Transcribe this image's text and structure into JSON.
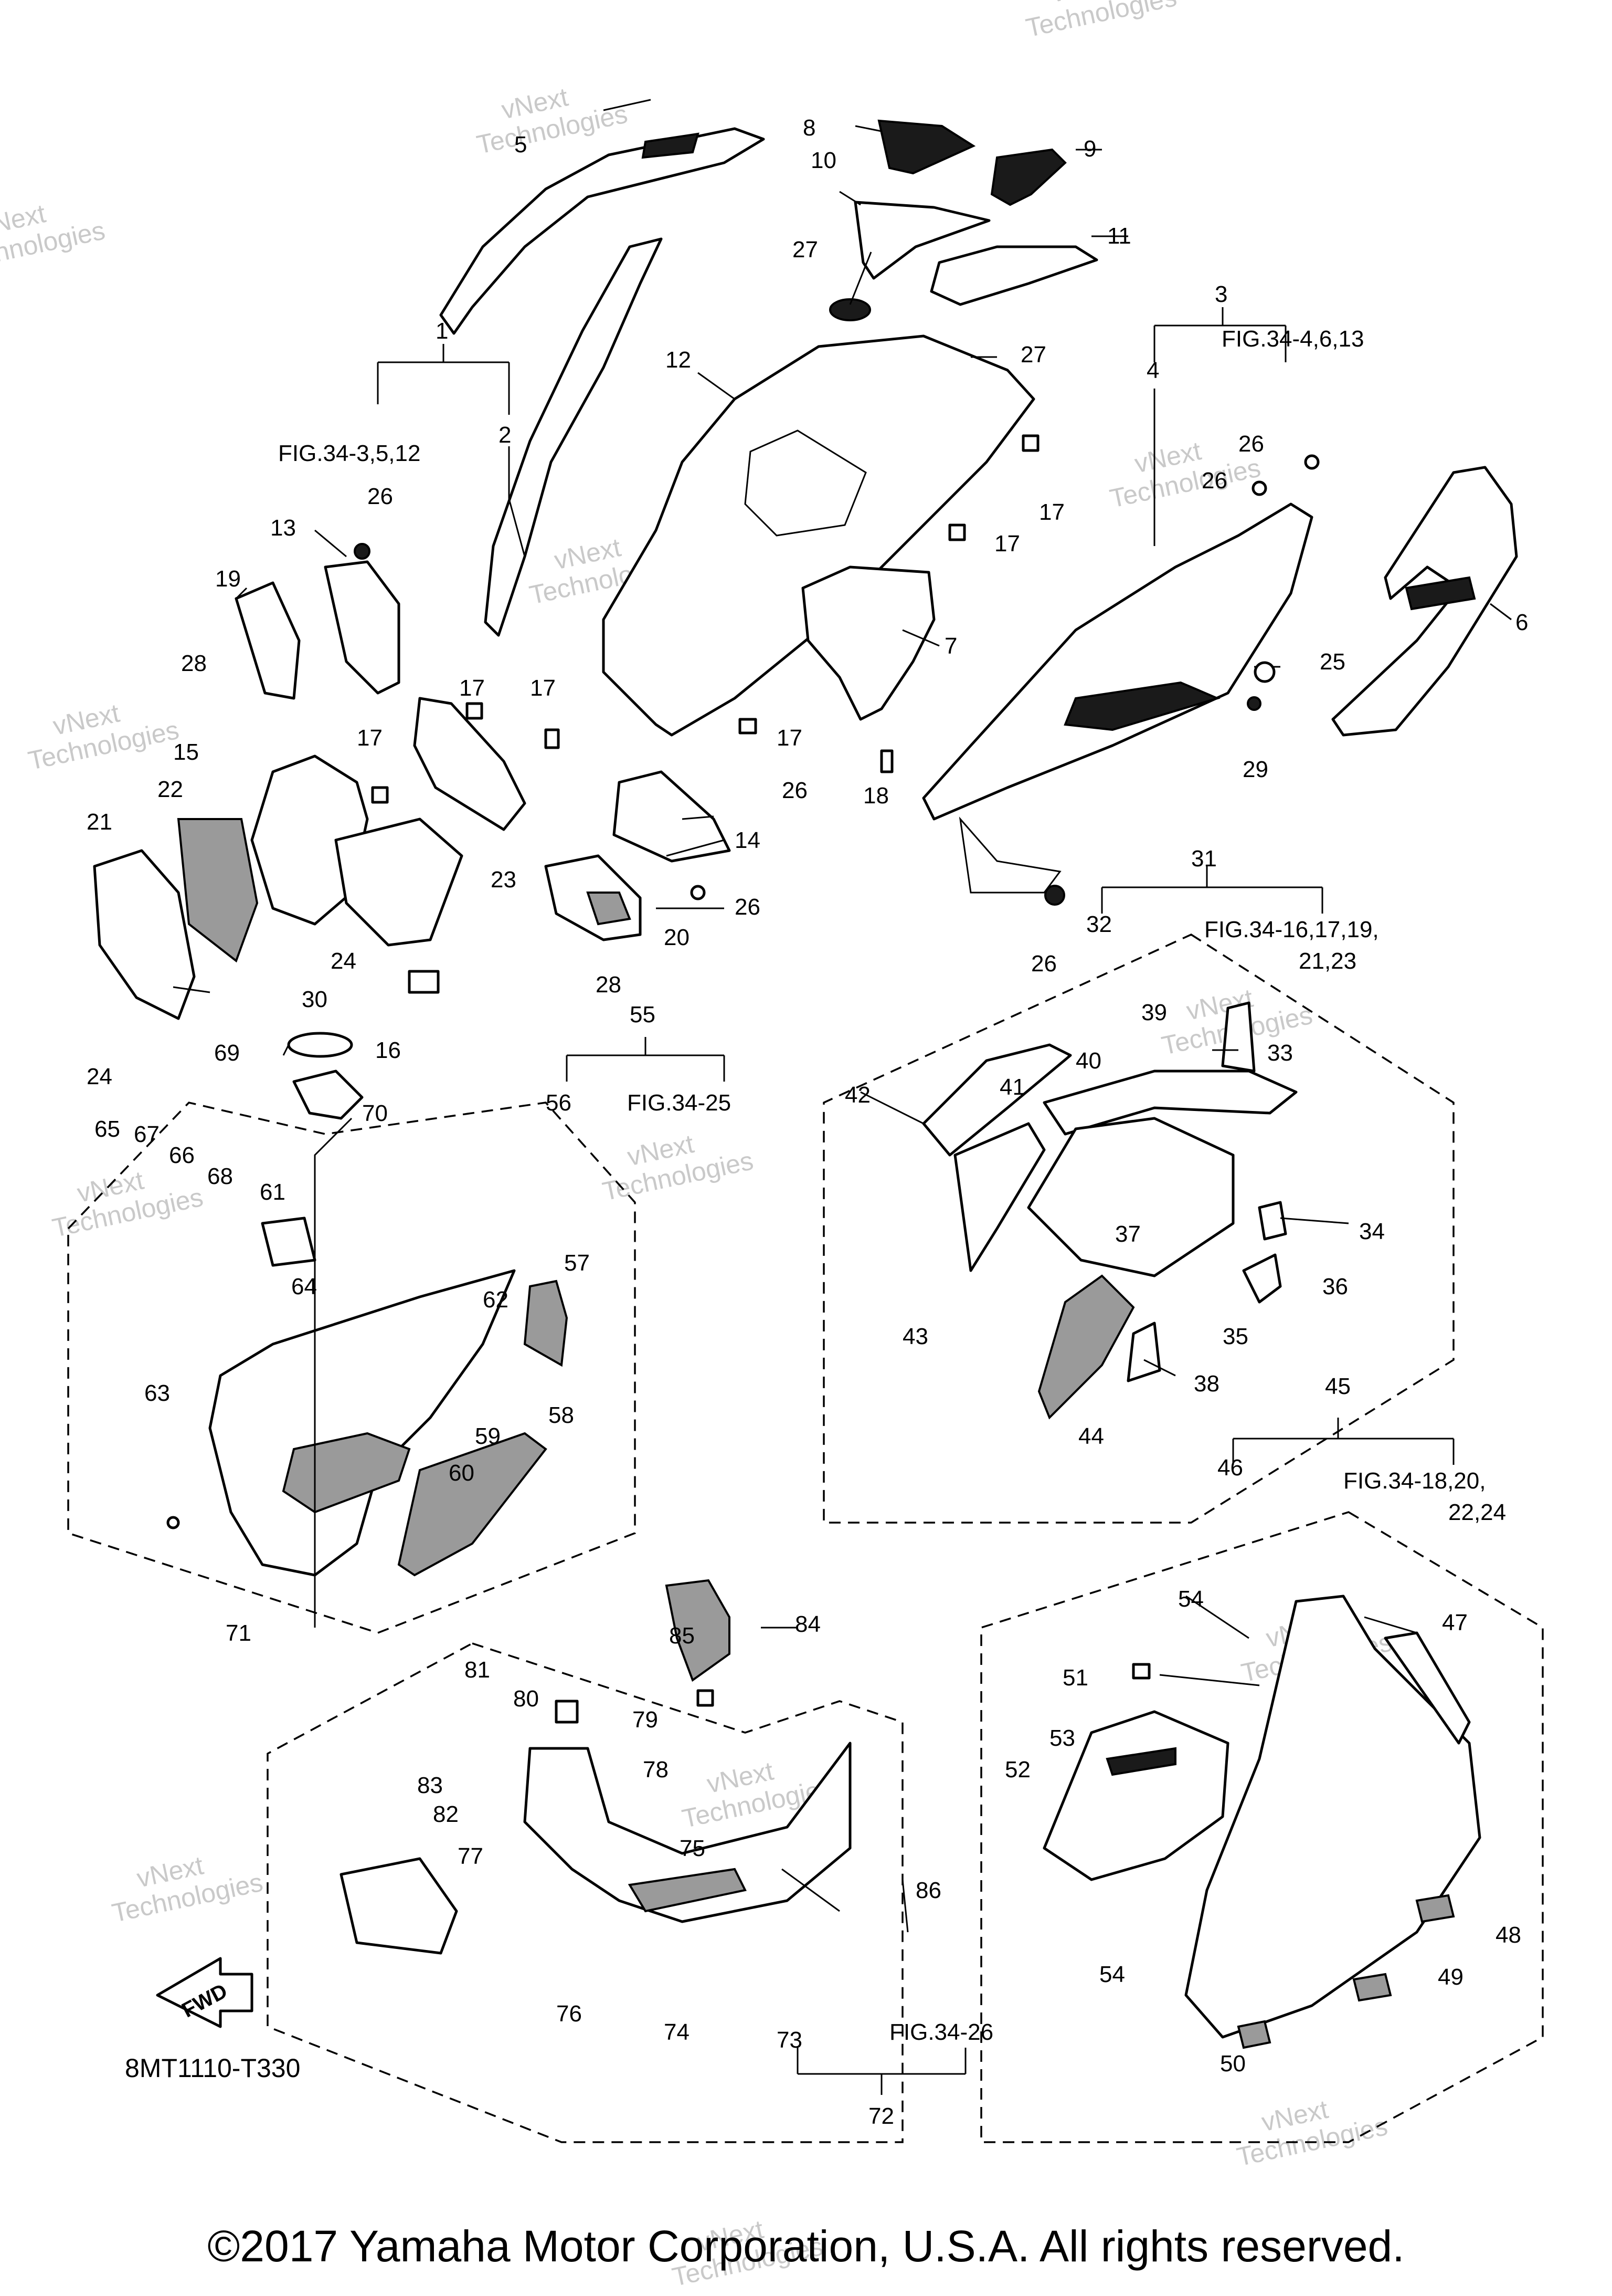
{
  "diagram_code": "8MT1110-T330",
  "copyright": "©2017 Yamaha Motor Corporation, U.S.A. All rights reserved.",
  "fwd_badge": "FWD",
  "watermark": {
    "line1": "vNext",
    "line2": "Technologies"
  },
  "figure_refs": {
    "ref_1": "FIG.34-3,5,12",
    "ref_3": "FIG.34-4,6,13",
    "ref_31_a": "FIG.34-16,17,19,",
    "ref_31_b": "21,23",
    "ref_45_a": "FIG.34-18,20,",
    "ref_45_b": "22,24",
    "ref_55": "FIG.34-25",
    "ref_72": "FIG.34-26"
  },
  "callouts": {
    "c1": "1",
    "c2": "2",
    "c3": "3",
    "c4": "4",
    "c5": "5",
    "c6": "6",
    "c7": "7",
    "c8": "8",
    "c9": "9",
    "c10": "10",
    "c11": "11",
    "c12": "12",
    "c13": "13",
    "c14": "14",
    "c15": "15",
    "c16": "16",
    "c17": "17",
    "c18": "18",
    "c19": "19",
    "c20": "20",
    "c21": "21",
    "c22": "22",
    "c23": "23",
    "c24": "24",
    "c25": "25",
    "c26": "26",
    "c27": "27",
    "c28": "28",
    "c29": "29",
    "c30": "30",
    "c31": "31",
    "c32": "32",
    "c33": "33",
    "c34": "34",
    "c35": "35",
    "c36": "36",
    "c37": "37",
    "c38": "38",
    "c39": "39",
    "c40": "40",
    "c41": "41",
    "c42": "42",
    "c43": "43",
    "c44": "44",
    "c45": "45",
    "c46": "46",
    "c47": "47",
    "c48": "48",
    "c49": "49",
    "c50": "50",
    "c51": "51",
    "c52": "52",
    "c53": "53",
    "c54": "54",
    "c55": "55",
    "c56": "56",
    "c57": "57",
    "c58": "58",
    "c59": "59",
    "c60": "60",
    "c61": "61",
    "c62": "62",
    "c63": "63",
    "c64": "64",
    "c65": "65",
    "c66": "66",
    "c67": "67",
    "c68": "68",
    "c69": "69",
    "c70": "70",
    "c71": "71",
    "c72": "72",
    "c73": "73",
    "c74": "74",
    "c75": "75",
    "c76": "76",
    "c77": "77",
    "c78": "78",
    "c79": "79",
    "c80": "80",
    "c81": "81",
    "c82": "82",
    "c83": "83",
    "c84": "84",
    "c85": "85",
    "c86": "86"
  }
}
